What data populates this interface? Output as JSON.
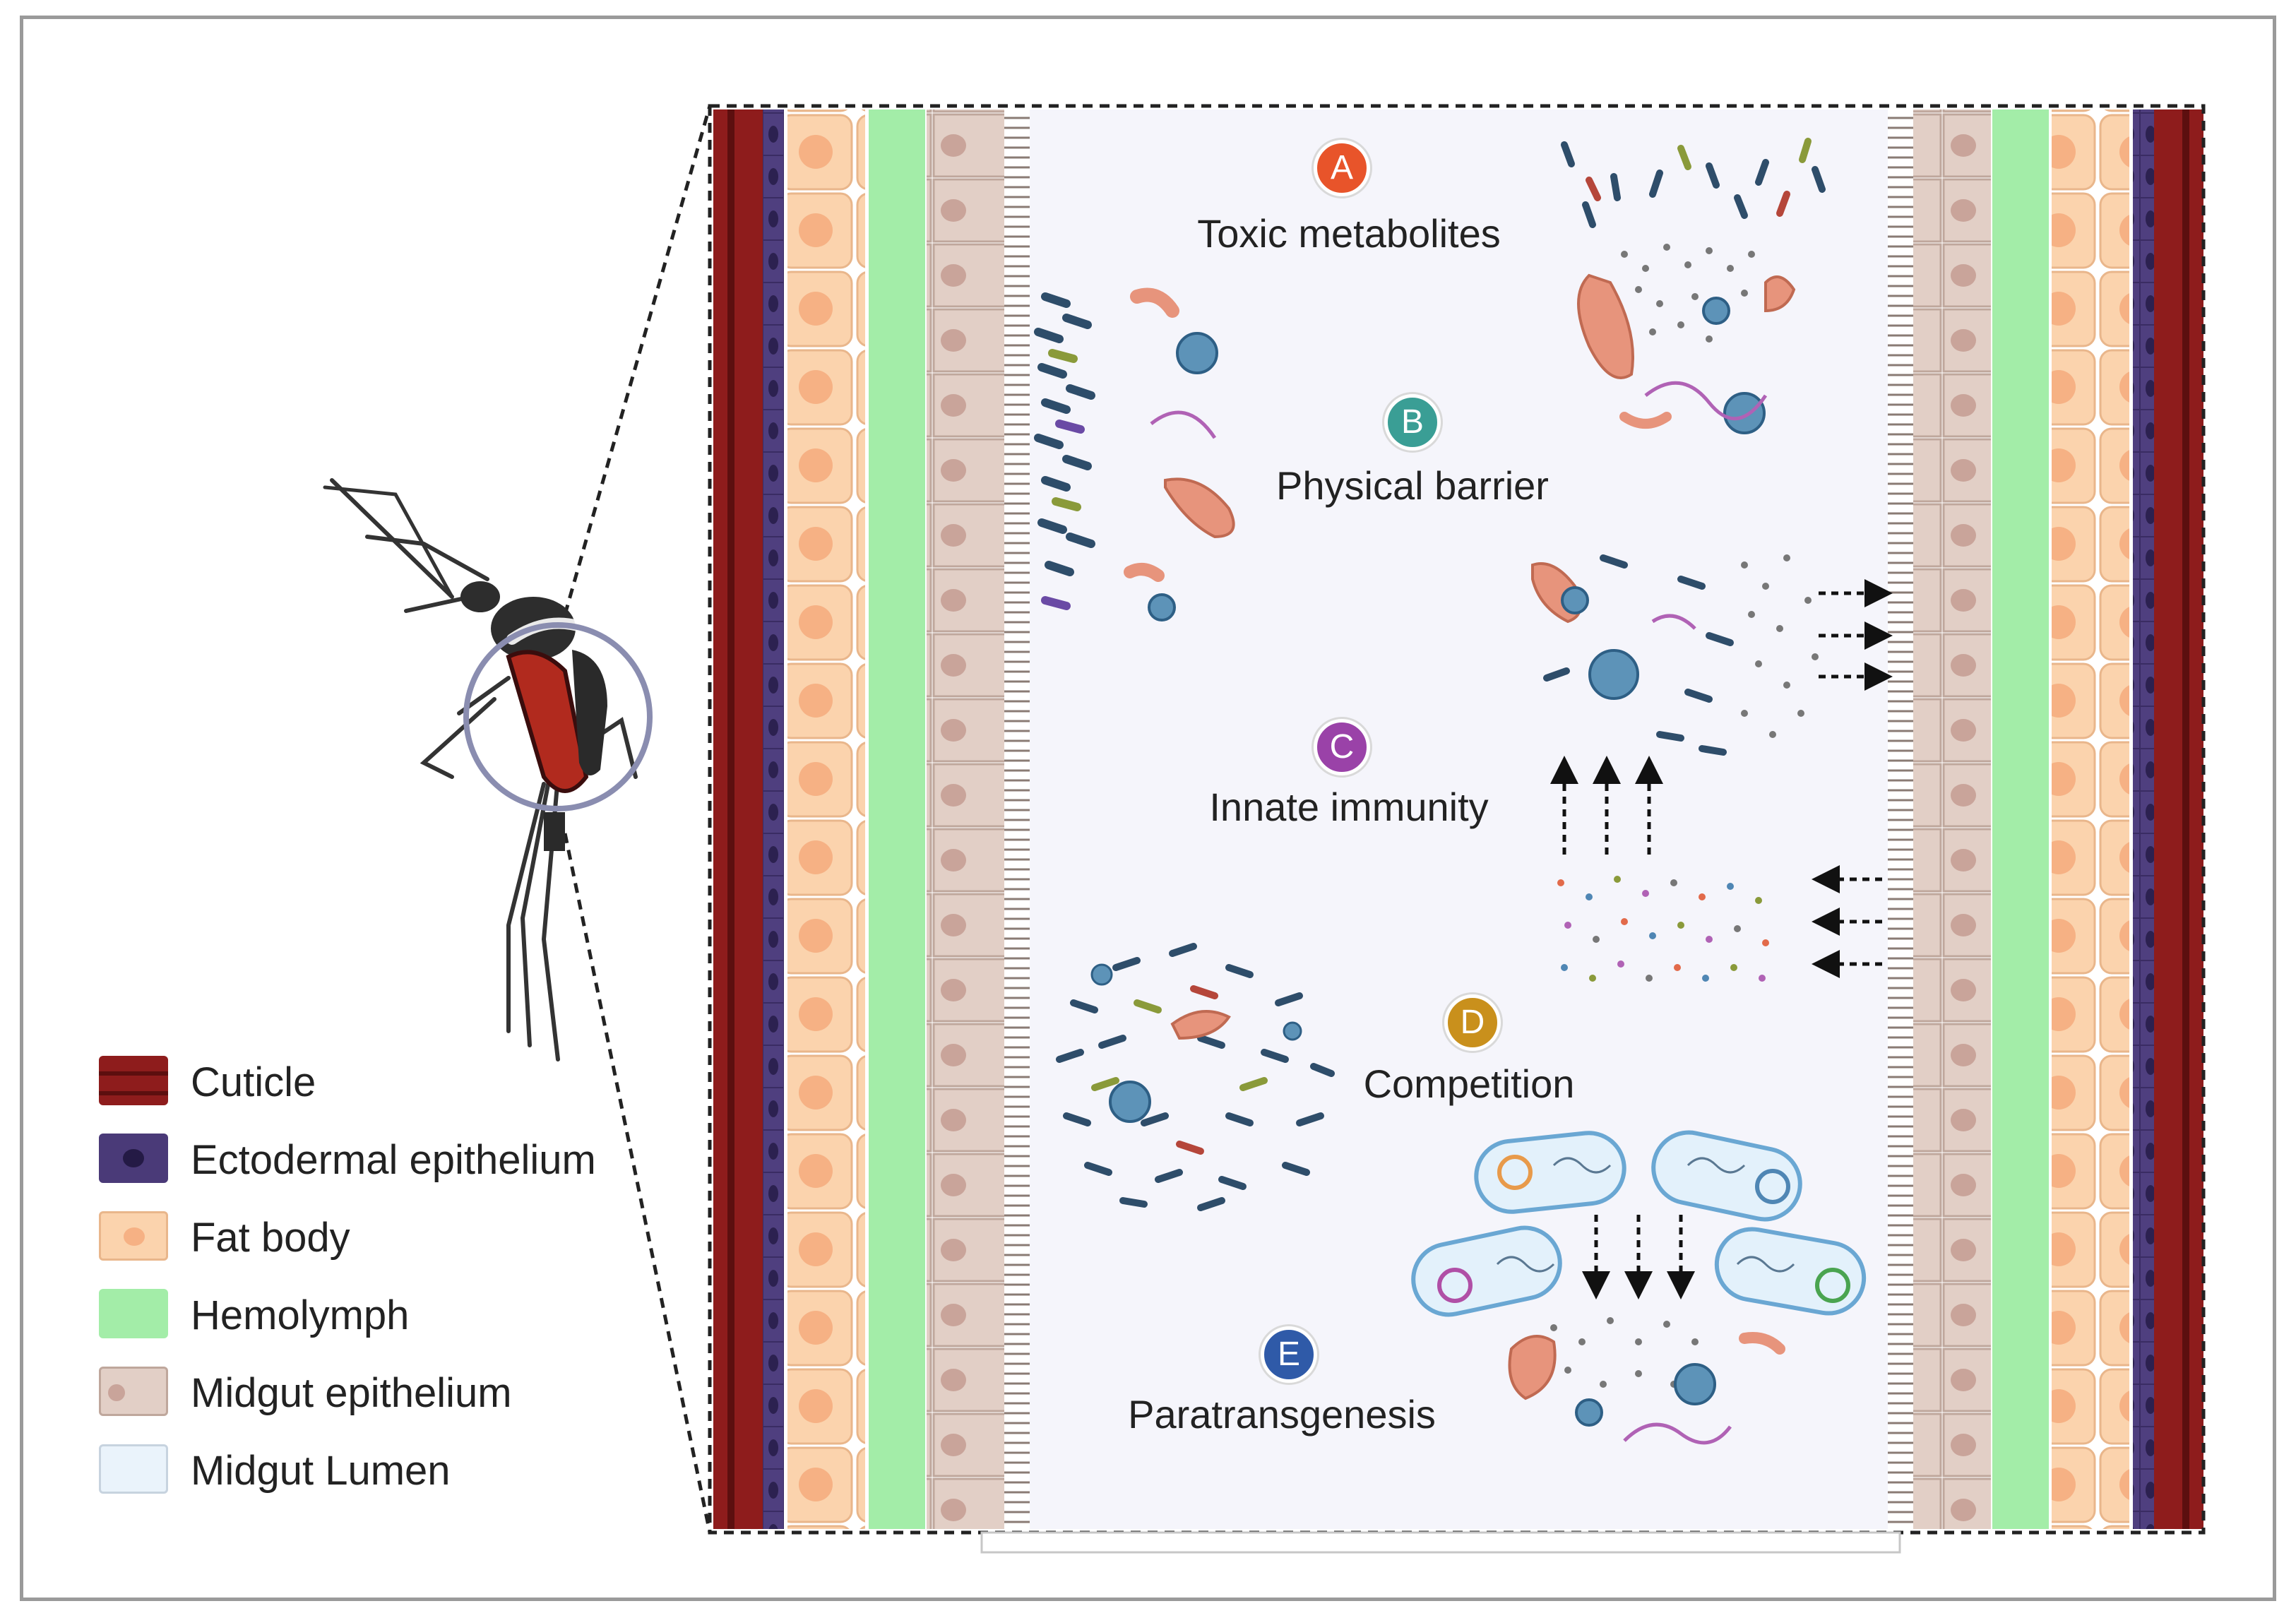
{
  "mechanisms": [
    {
      "letter": "A",
      "label": "Toxic metabolites",
      "color": "#e8542a"
    },
    {
      "letter": "B",
      "label": "Physical barrier",
      "color": "#3a9e95"
    },
    {
      "letter": "C",
      "label": "Innate immunity",
      "color": "#9a42a8"
    },
    {
      "letter": "D",
      "label": "Competition",
      "color": "#c9901c"
    },
    {
      "letter": "E",
      "label": "Paratransgenesis",
      "color": "#2f5aa8"
    }
  ],
  "legend": [
    {
      "label": "Cuticle",
      "color": "#8e1c1c"
    },
    {
      "label": "Ectodermal epithelium",
      "color": "#4a3a78"
    },
    {
      "label": "Fat body",
      "color": "#fbd3ad"
    },
    {
      "label": "Hemolymph",
      "color": "#a3eda8"
    },
    {
      "label": "Midgut epithelium",
      "color": "#e2cfc6"
    },
    {
      "label": "Midgut Lumen",
      "color": "#eaf3fb"
    }
  ]
}
